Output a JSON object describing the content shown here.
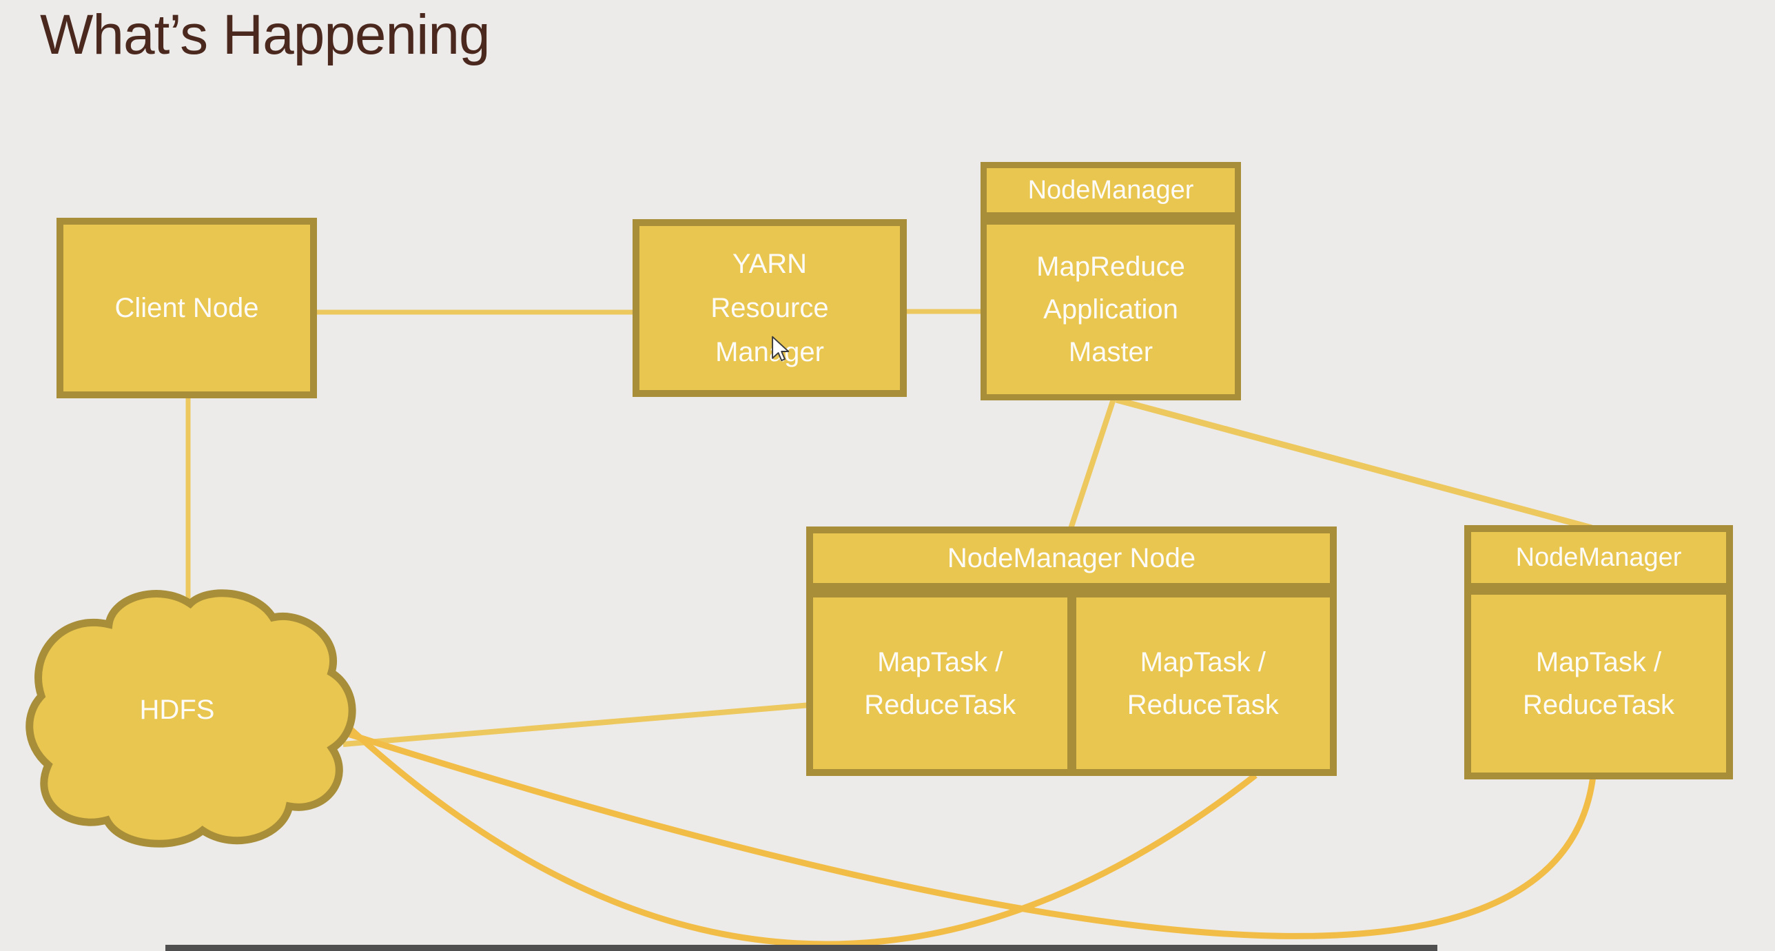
{
  "title": "What’s Happening",
  "colors": {
    "background": "#ECEBE9",
    "box_fill": "#E9C64F",
    "box_border": "#A88E38",
    "connector": "#EDC85E",
    "curve": "#F2BD47",
    "title_text": "#4A281E",
    "label_text": "#FCFBF8",
    "bottom_bar": "#4F4F4F"
  },
  "nodes": {
    "client": {
      "label": "Client Node"
    },
    "yarn": {
      "line1": "YARN",
      "line2": "Resource",
      "line3": "Manager"
    },
    "master": {
      "header": "NodeManager",
      "line1": "MapReduce",
      "line2": "Application",
      "line3": "Master"
    },
    "nmnode": {
      "header": "NodeManager Node",
      "cell1_line1": "MapTask /",
      "cell1_line2": "ReduceTask",
      "cell2_line1": "MapTask /",
      "cell2_line2": "ReduceTask"
    },
    "nmright": {
      "header": "NodeManager",
      "cell_line1": "MapTask /",
      "cell_line2": "ReduceTask"
    },
    "hdfs": {
      "label": "HDFS"
    }
  },
  "edges": [
    {
      "from": "Client Node",
      "to": "YARN Resource Manager"
    },
    {
      "from": "YARN Resource Manager",
      "to": "MapReduce Application Master (NodeManager)"
    },
    {
      "from": "Client Node",
      "to": "HDFS"
    },
    {
      "from": "MapReduce Application Master",
      "to": "NodeManager Node"
    },
    {
      "from": "MapReduce Application Master",
      "to": "NodeManager (right)"
    },
    {
      "from": "HDFS",
      "to": "NodeManager Node MapTask / ReduceTask (left cell)"
    },
    {
      "from": "HDFS",
      "to": "NodeManager Node MapTask / ReduceTask (right cell)"
    },
    {
      "from": "HDFS",
      "to": "NodeManager MapTask / ReduceTask (right)"
    }
  ]
}
